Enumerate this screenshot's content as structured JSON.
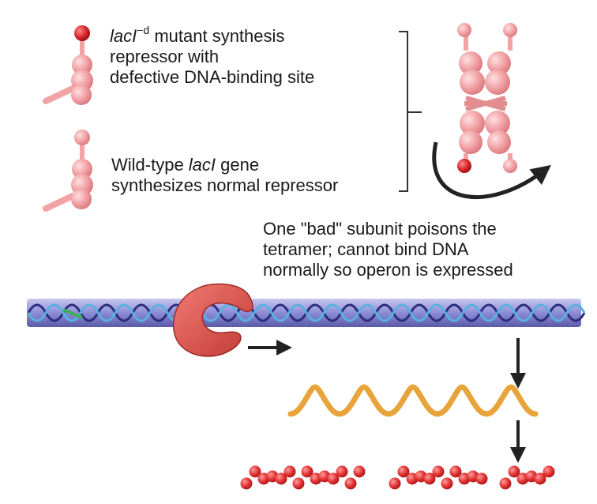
{
  "labels": {
    "mutant": {
      "gene": "lacI",
      "superscript": "−d",
      "line1_rest": " mutant synthesis",
      "line2": "repressor with",
      "line3": "defective DNA-binding site"
    },
    "wildtype": {
      "line1_prefix": "Wild-type ",
      "gene": "lacI",
      "line1_suffix": " gene",
      "line2": "synthesizes normal repressor"
    },
    "poison": {
      "line1": "One \"bad\" subunit poisons the",
      "line2": "tetramer; cannot bind DNA",
      "line3": "normally so operon is expressed"
    }
  },
  "colors": {
    "subunit_pink": "#f2a3a6",
    "subunit_dark": "#d9787c",
    "bad_subunit_red": "#d7252a",
    "repressor_red": "#d94a4a",
    "dna_blue": "#7f7fcf",
    "dna_backbone": "#4a4aa0",
    "mrna_orange": "#e8a43a",
    "protein_red": "#e03030",
    "arrow_black": "#222222"
  },
  "icons": {
    "mutant_monomer": "mutant-repressor-monomer-icon",
    "wildtype_monomer": "wildtype-repressor-monomer-icon",
    "tetramer": "repressor-tetramer-icon",
    "repressor_on_dna": "repressor-c-shape-icon",
    "dna": "dna-helix-icon",
    "mrna": "mrna-wave-icon",
    "protein": "protein-chain-icon"
  }
}
